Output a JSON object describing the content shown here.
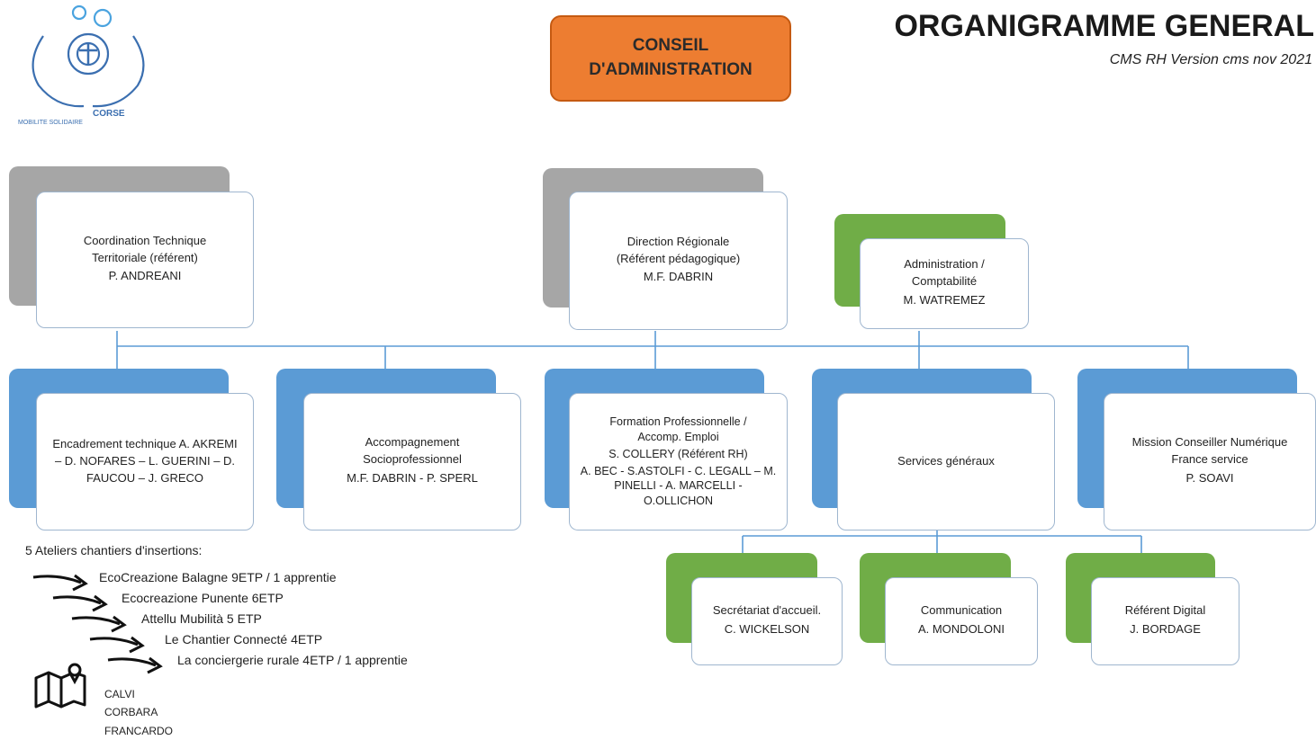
{
  "header": {
    "title": "ORGANIGRAMME GENERAL",
    "subtitle": "CMS RH Version cms nov 2021",
    "logo_text_1": "CORSE",
    "logo_text_2": "MOBILITE SOLIDAIRE"
  },
  "board": {
    "line1": "CONSEIL",
    "line2": "D'ADMINISTRATION"
  },
  "top_row": [
    {
      "line1": "Coordination Technique",
      "line2": "Territoriale (référent)",
      "name": "P. ANDREANI"
    },
    {
      "line1": "Direction Régionale",
      "line2": "(Référent pédagogique)",
      "name": "M.F. DABRIN"
    },
    {
      "line1": "Administration /",
      "line2": "Comptabilité",
      "name": "M. WATREMEZ"
    }
  ],
  "middle_row": [
    {
      "text": "Encadrement technique A. AKREMI – D. NOFARES – L. GUERINI – D. FAUCOU – J. GRECO"
    },
    {
      "line1": "Accompagnement",
      "line2": "Socioprofessionnel",
      "name": "M.F. DABRIN - P. SPERL"
    },
    {
      "line1": "Formation Professionnelle /",
      "line2": "Accomp. Emploi",
      "line3": "S. COLLERY (Référent RH)",
      "name": "A. BEC - S.ASTOLFI - C. LEGALL – M. PINELLI - A. MARCELLI - O.OLLICHON"
    },
    {
      "text": "Services généraux"
    },
    {
      "line1": "Mission Conseiller Numérique",
      "line2": "France service",
      "name": "P. SOAVI"
    }
  ],
  "bottom_row": [
    {
      "line1": "Secrétariat d'accueil.",
      "name": "C. WICKELSON"
    },
    {
      "line1": "Communication",
      "name": "A. MONDOLONI"
    },
    {
      "line1": "Référent Digital",
      "name": "J. BORDAGE"
    }
  ],
  "ateliers": {
    "heading": "5 Ateliers chantiers d'insertions:",
    "items": [
      "EcoCreazione Balagne 9ETP / 1 apprentie",
      "Ecocreazione Punente  6ETP",
      "Attellu Mubilità  5 ETP",
      "Le Chantier Connecté 4ETP",
      "La conciergerie rurale 4ETP / 1 apprentie"
    ],
    "places": [
      "CALVI",
      "CORBARA",
      "FRANCARDO"
    ]
  },
  "colors": {
    "board": "#ed7d31",
    "grey_shadow": "#a6a6a6",
    "blue_shadow": "#5b9bd5",
    "green_shadow": "#70ad47",
    "connector": "#5b9bd5"
  },
  "icons": [
    "logo-icon",
    "arrow-icon",
    "map-pin-icon"
  ]
}
